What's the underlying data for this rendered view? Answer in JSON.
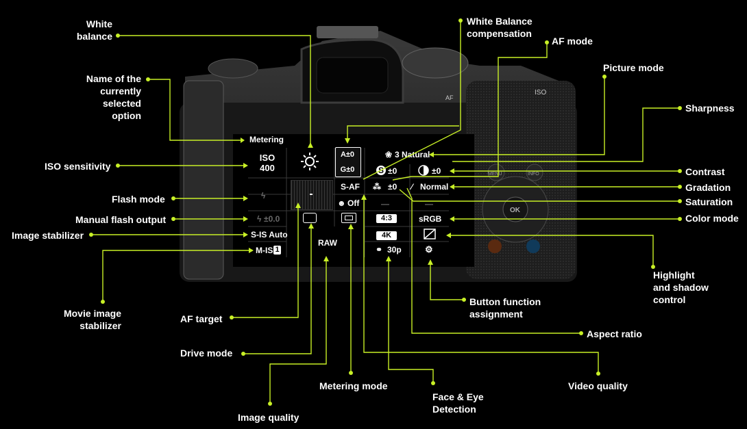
{
  "colors": {
    "leader": "#c8f026",
    "label": "#ffffff",
    "background": "#000000"
  },
  "callouts": {
    "white_balance": "White\nbalance",
    "name_of_option": "Name of the\ncurrently\nselected\noption",
    "iso_sensitivity": "ISO sensitivity",
    "flash_mode": "Flash mode",
    "manual_flash_output": "Manual flash output",
    "image_stabilizer": "Image stabilizer",
    "movie_image_stabilizer": "Movie image\nstabilizer",
    "af_target": "AF target",
    "drive_mode": "Drive mode",
    "image_quality": "Image quality",
    "metering_mode": "Metering mode",
    "face_eye_detection": "Face & Eye\nDetection",
    "video_quality": "Video quality",
    "aspect_ratio": "Aspect ratio",
    "button_function_assignment": "Button function\nassignment",
    "highlight_shadow_control": "Highlight\nand shadow\ncontrol",
    "color_mode": "Color mode",
    "saturation": "Saturation",
    "gradation": "Gradation",
    "contrast": "Contrast",
    "sharpness": "Sharpness",
    "picture_mode": "Picture mode",
    "af_mode": "AF mode",
    "wb_compensation": "White Balance\ncompensation"
  },
  "panel": {
    "title": "Metering",
    "iso_label": "ISO",
    "iso_value": "400",
    "wb_a": "A±0",
    "wb_g": "G±0",
    "picture_mode": "3 Natural",
    "sharpness": "±0",
    "contrast": "±0",
    "af_mode": "S-AF",
    "saturation": "±0",
    "gradation": "Normal",
    "face_detect": "Off",
    "flash_output": "±0.0",
    "aspect": "4:3",
    "color_space": "sRGB",
    "is_mode": "S-IS Auto",
    "movie_is": "M-IS",
    "movie_is_num": "1",
    "image_quality": "RAW",
    "video_res": "4K",
    "video_rate": "30p"
  },
  "camera_marks": {
    "iso_key": "ISO",
    "af_key": "AF",
    "menu": "MENU",
    "info": "INFO",
    "ok": "OK"
  }
}
